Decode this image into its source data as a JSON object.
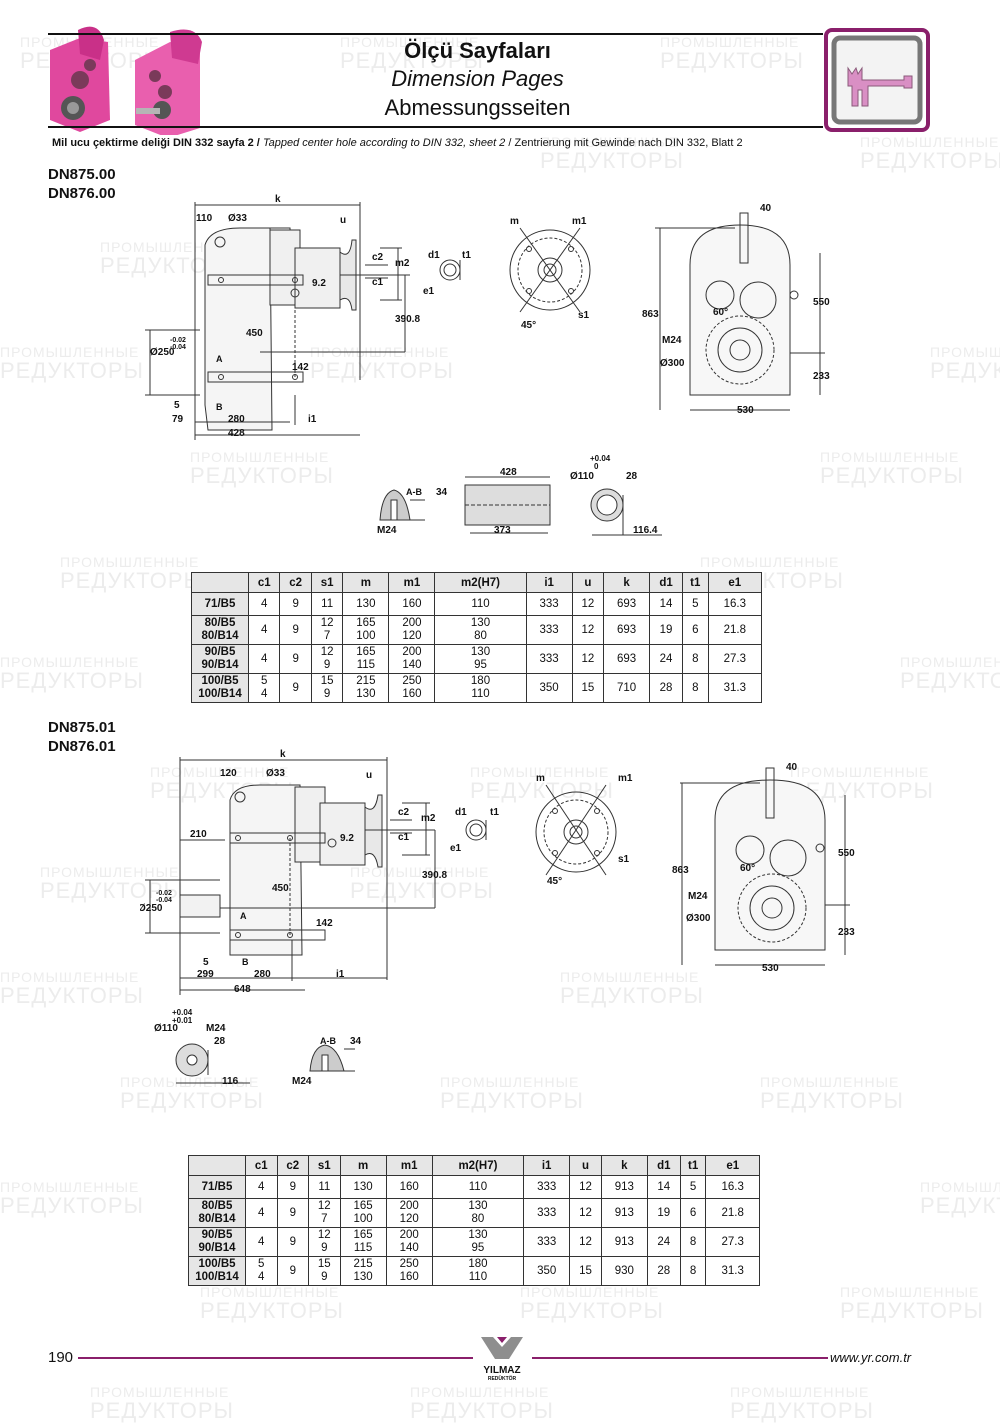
{
  "header": {
    "title_tr": "Ölçü Sayfaları",
    "title_en": "Dimension Pages",
    "title_de": "Abmessungsseiten",
    "note_tr": "Mil ucu çektirme deliği DIN 332 sayfa 2 /",
    "note_en": "Tapped center hole according to DIN 332, sheet 2",
    "note_sep": "/",
    "note_de": "Zentrierung mit Gewinde nach DIN 332, Blatt 2",
    "product_image": "pink-gear-reducers-image",
    "section_icon": "caliper-icon",
    "accent_color": "#8a1f6b",
    "product_color": "#e0489e"
  },
  "section1": {
    "models": [
      "DN875.00",
      "DN876.00"
    ],
    "side_view": {
      "k": "k",
      "d110": "110",
      "hole": "Ø33",
      "u": "u",
      "c2": "c2",
      "c1": "c1",
      "m2": "m2",
      "v92": "9.2",
      "v3908": "390.8",
      "v450": "450",
      "tol_plus": "-0.02",
      "tol_minus": "-0.04",
      "shaft": "Ø250",
      "A": "A",
      "B": "B",
      "v142": "142",
      "v5": "5",
      "v79": "79",
      "v280": "280",
      "i1": "i1",
      "v428": "428"
    },
    "shaft_end": {
      "d1": "d1",
      "t1": "t1",
      "e1": "e1"
    },
    "flange": {
      "m": "m",
      "m1": "m1",
      "s1": "s1",
      "angle": "45°"
    },
    "front_view": {
      "w40": "40",
      "h863": "863",
      "h550": "550",
      "angle": "60°",
      "M24": "M24",
      "d300": "Ø300",
      "h233": "233",
      "w530": "530"
    },
    "details": {
      "ab": "A-B",
      "v34": "34",
      "m24": "M24",
      "v428": "428",
      "v373": "373",
      "tol_plus": "+0.04",
      "tol_zero": "0",
      "d110": "Ø110",
      "v28": "28",
      "v1164": "116.4"
    }
  },
  "table1": {
    "headers": [
      "",
      "c1",
      "c2",
      "s1",
      "m",
      "m1",
      "m2(H7)",
      "i1",
      "u",
      "k",
      "d1",
      "t1",
      "e1"
    ],
    "rows": [
      [
        "71/B5",
        "4",
        "9",
        "11",
        "130",
        "160",
        "110",
        "333",
        "12",
        "693",
        "14",
        "5",
        "16.3"
      ],
      [
        "80/B5\n80/B14",
        "4",
        "9",
        "12\n7",
        "165\n100",
        "200\n120",
        "130\n80",
        "333",
        "12",
        "693",
        "19",
        "6",
        "21.8"
      ],
      [
        "90/B5\n90/B14",
        "4",
        "9",
        "12\n9",
        "165\n115",
        "200\n140",
        "130\n95",
        "333",
        "12",
        "693",
        "24",
        "8",
        "27.3"
      ],
      [
        "100/B5\n100/B14",
        "5\n4",
        "9",
        "15\n9",
        "215\n130",
        "250\n160",
        "180\n110",
        "350",
        "15",
        "710",
        "28",
        "8",
        "31.3"
      ]
    ]
  },
  "section2": {
    "models": [
      "DN875.01",
      "DN876.01"
    ],
    "side_view": {
      "k": "k",
      "d120": "120",
      "hole": "Ø33",
      "d210": "210",
      "u": "u",
      "c2": "c2",
      "c1": "c1",
      "m2": "m2",
      "v92": "9.2",
      "v3908": "390.8",
      "v450": "450",
      "tol_plus": "-0.02",
      "tol_minus": "-0.04",
      "shaft": "Ø250",
      "A": "A",
      "B": "B",
      "v142": "142",
      "v5": "5",
      "v299": "299",
      "v280": "280",
      "i1": "i1",
      "v648": "648"
    },
    "shaft_end": {
      "d1": "d1",
      "t1": "t1",
      "e1": "e1"
    },
    "flange": {
      "m": "m",
      "m1": "m1",
      "s1": "s1",
      "angle": "45°"
    },
    "front_view": {
      "w40": "40",
      "h863": "863",
      "h550": "550",
      "angle": "60°",
      "M24": "M24",
      "d300": "Ø300",
      "h233": "233",
      "w530": "530"
    },
    "details": {
      "tol_plus": "+0.04",
      "tol_minus": "+0.01",
      "d110": "Ø110",
      "m24a": "M24",
      "v28": "28",
      "v116": "116",
      "ab": "A-B",
      "v34": "34",
      "m24b": "M24"
    }
  },
  "table2": {
    "headers": [
      "",
      "c1",
      "c2",
      "s1",
      "m",
      "m1",
      "m2(H7)",
      "i1",
      "u",
      "k",
      "d1",
      "t1",
      "e1"
    ],
    "rows": [
      [
        "71/B5",
        "4",
        "9",
        "11",
        "130",
        "160",
        "110",
        "333",
        "12",
        "913",
        "14",
        "5",
        "16.3"
      ],
      [
        "80/B5\n80/B14",
        "4",
        "9",
        "12\n7",
        "165\n100",
        "200\n120",
        "130\n80",
        "333",
        "12",
        "913",
        "19",
        "6",
        "21.8"
      ],
      [
        "90/B5\n90/B14",
        "4",
        "9",
        "12\n9",
        "165\n115",
        "200\n140",
        "130\n95",
        "333",
        "12",
        "913",
        "24",
        "8",
        "27.3"
      ],
      [
        "100/B5\n100/B14",
        "5\n4",
        "9",
        "15\n9",
        "215\n130",
        "250\n160",
        "180\n110",
        "350",
        "15",
        "930",
        "28",
        "8",
        "31.3"
      ]
    ]
  },
  "footer": {
    "page_number": "190",
    "logo_name": "YILMAZ",
    "logo_sub": "REDÜKTÖR",
    "website": "www.yr.com.tr"
  },
  "watermark": {
    "line1": "ПРОМЫШЛЕННЫЕ",
    "line2": "РЕДУКТОРЫ"
  }
}
